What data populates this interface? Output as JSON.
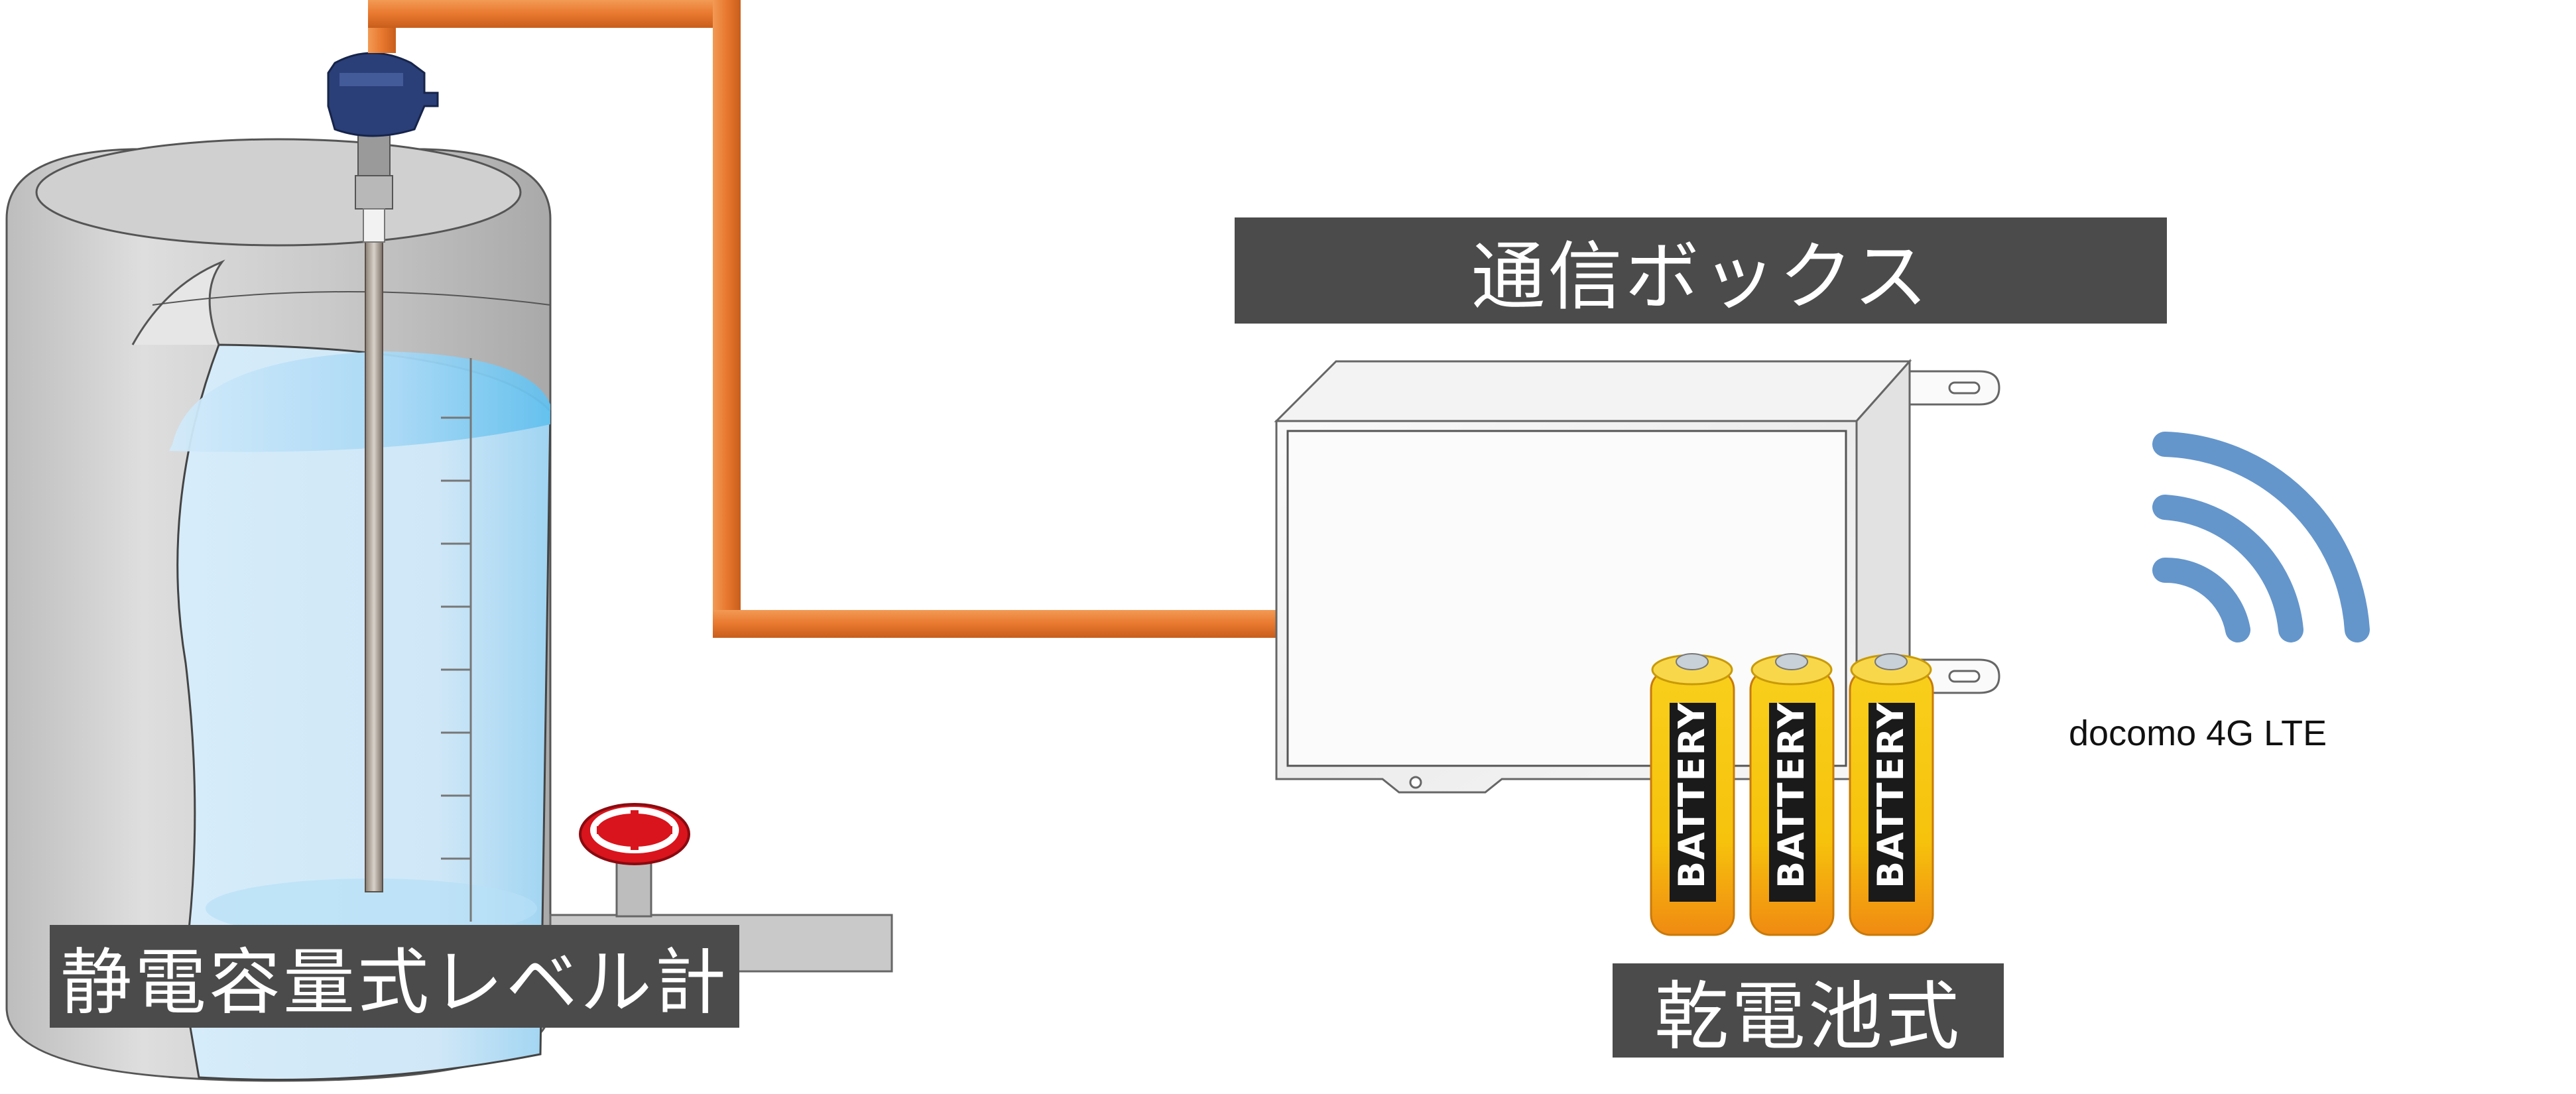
{
  "labels": {
    "comm_box": "通信ボックス",
    "sensor": "静電容量式レベル計",
    "battery": "乾電池式",
    "network": "docomo 4G LTE",
    "battery_print": "BATTERY"
  },
  "colors": {
    "pipe": "#e8782e",
    "label_bg": "#4b4b4b",
    "signal": "#6496cc",
    "water": "#cfe9f8",
    "tank": "#c8c8c8",
    "sensor_head": "#2a3f78",
    "valve": "#d9141c",
    "battery_yellow": "#f6c20c",
    "battery_orange": "#f08a12"
  },
  "icons": {
    "signal": "wifi-signal-icon",
    "valve": "valve-handle-icon",
    "battery": "battery-icon",
    "sensor": "level-sensor-icon"
  }
}
